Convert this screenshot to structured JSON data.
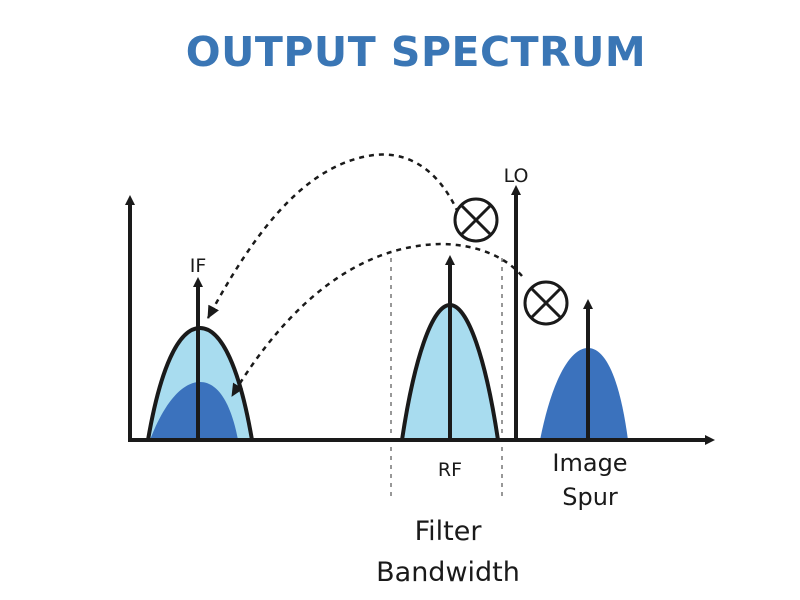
{
  "title": "OUTPUT SPECTRUM",
  "labels": {
    "lo": "LO",
    "if": "IF",
    "rf": "RF",
    "image_line1": "Image",
    "image_line2": "Spur",
    "filter_line1": "Filter",
    "filter_line2": "Bandwidth"
  },
  "colors": {
    "title": "#3a76b5",
    "light_blue": "#a8dcef",
    "dark_blue": "#3b72bd",
    "ink": "#1a1a1a"
  },
  "icons": [
    "mixer-icon",
    "mixer-icon"
  ]
}
